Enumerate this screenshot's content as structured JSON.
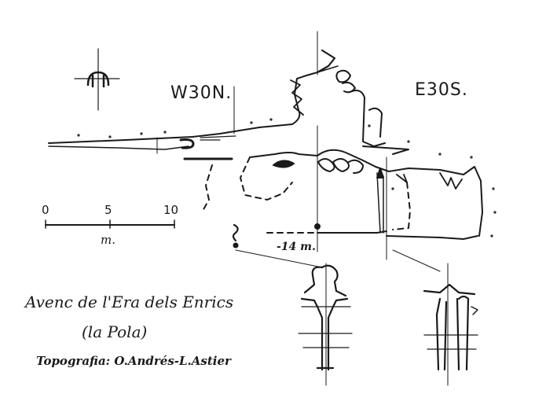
{
  "orientation": {
    "left": "W30N.",
    "right": "E30S."
  },
  "scale_bar": {
    "ticks": [
      "0",
      "5",
      "10"
    ],
    "unit": "m."
  },
  "depth_label": "-14 m.",
  "title": {
    "line1": "Avenc de l'Era dels Enrics",
    "line2": "(la Pola)",
    "credit": "Topografia: O.Andrés-L.Astier"
  },
  "colors": {
    "ink": "#1a1a1a",
    "paper": "#ffffff"
  }
}
